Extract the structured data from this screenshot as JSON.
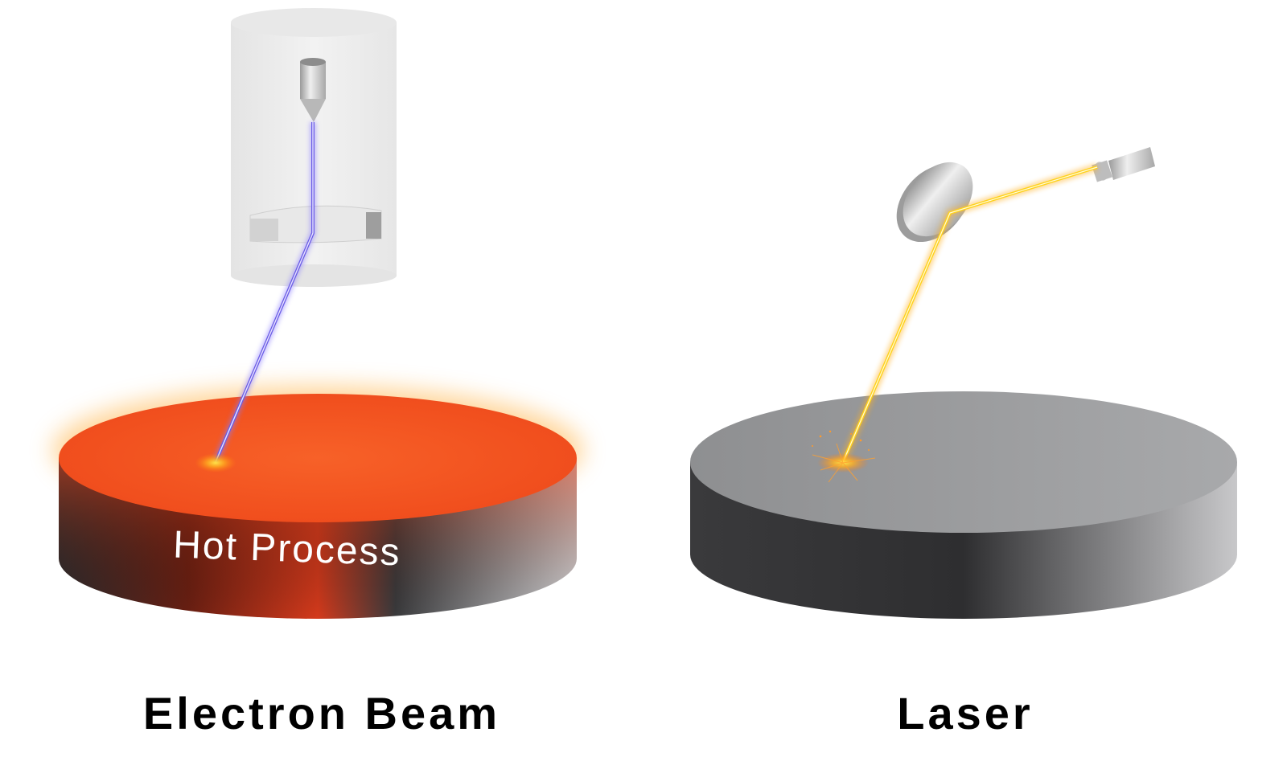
{
  "diagram": {
    "panels": [
      {
        "id": "electron-beam",
        "caption": "Electron Beam",
        "disk_label": "Hot Process",
        "beam_color": "#7b6cf0",
        "disk_top_color": "#f2501e",
        "components": [
          "vacuum-chamber",
          "electron-gun",
          "deflection-aperture",
          "electron-beam",
          "hot-disk",
          "hot-spot"
        ]
      },
      {
        "id": "laser",
        "caption": "Laser",
        "beam_color": "#ffd21a",
        "disk_top_color": "#9a9b9d",
        "components": [
          "laser-emitter",
          "mirror",
          "laser-beam",
          "gray-disk",
          "spark"
        ]
      }
    ]
  }
}
